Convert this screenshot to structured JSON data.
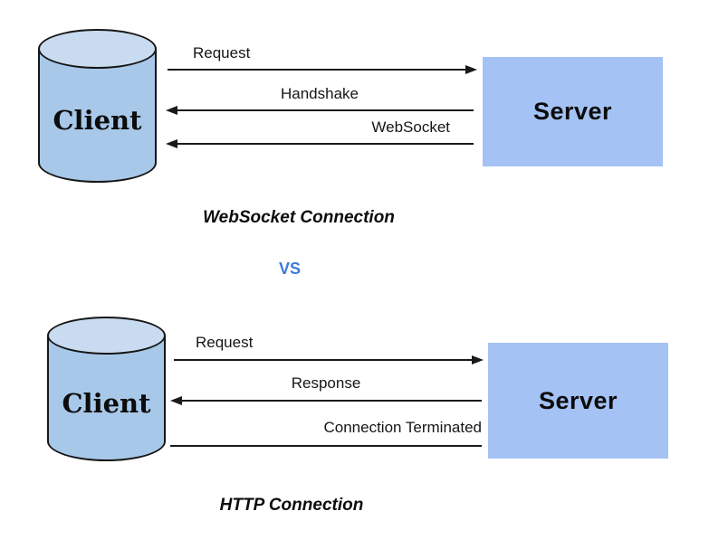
{
  "colors": {
    "cylinder_body": "#a8c8e9",
    "cylinder_top": "#c8dbf0",
    "outline": "#161616",
    "server_fill": "#a4c2f4",
    "vs_color": "#3d7bd9",
    "background": "#ffffff"
  },
  "websocket_section": {
    "client_label": "Client",
    "server_label": "Server",
    "messages": [
      {
        "label": "Request",
        "direction": "client-to-server",
        "label_align": "left"
      },
      {
        "label": "Handshake",
        "direction": "server-to-client",
        "label_align": "center"
      },
      {
        "label": "WebSocket",
        "direction": "server-to-client",
        "label_align": "right"
      }
    ],
    "caption": "WebSocket Connection"
  },
  "divider": {
    "vs_label": "VS"
  },
  "http_section": {
    "client_label": "Client",
    "server_label": "Server",
    "messages": [
      {
        "label": "Request",
        "direction": "client-to-server",
        "label_align": "left"
      },
      {
        "label": "Response",
        "direction": "server-to-client",
        "label_align": "center"
      },
      {
        "label": "Connection Terminated",
        "direction": "none",
        "label_align": "right"
      }
    ],
    "caption": "HTTP Connection"
  }
}
